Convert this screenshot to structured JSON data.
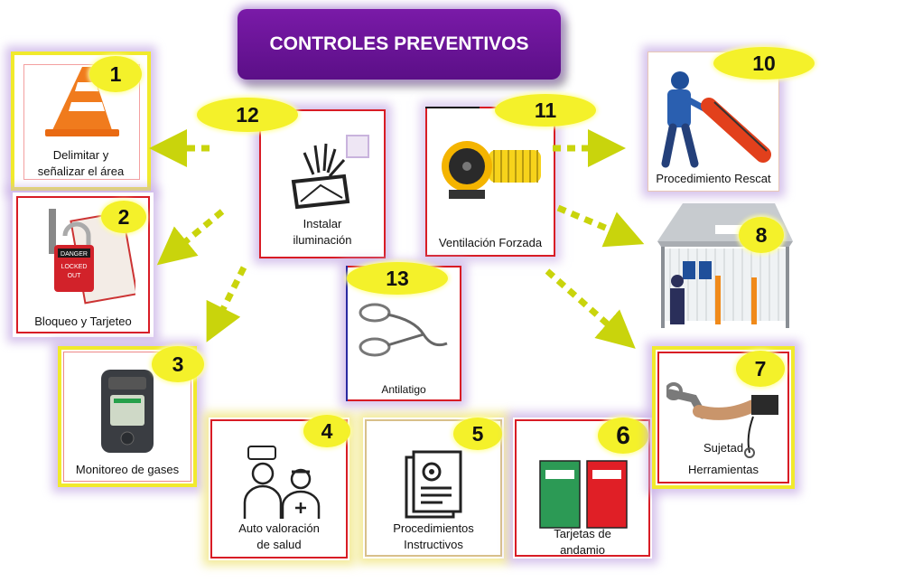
{
  "title": "CONTROLES PREVENTIVOS",
  "cards": [
    {
      "num": "1",
      "label_lines": [
        "Delimitar y",
        "señalizar el área"
      ]
    },
    {
      "num": "2",
      "label_lines": [
        "Bloqueo y  Tarjeteo"
      ]
    },
    {
      "num": "3",
      "label_lines": [
        "Monitoreo de gases"
      ]
    },
    {
      "num": "4",
      "label_lines": [
        "Auto valoración",
        "de salud"
      ]
    },
    {
      "num": "5",
      "label_lines": [
        "Procedimientos",
        "Instructivos"
      ]
    },
    {
      "num": "6",
      "label_lines": [
        "Tarjetas de",
        "andamio"
      ]
    },
    {
      "num": "7",
      "label_lines": [
        "Sujetad",
        "Herramientas"
      ]
    },
    {
      "num": "8",
      "label_lines": []
    },
    {
      "num": "10",
      "label_lines": [
        "Procedimiento Rescat"
      ]
    },
    {
      "num": "11",
      "label_lines": [
        "Ventilación Forzada"
      ]
    },
    {
      "num": "12",
      "label_lines": [
        "Instalar",
        "iluminación"
      ]
    },
    {
      "num": "13",
      "label_lines": [
        "Antilatigo"
      ]
    }
  ],
  "lockout_tag": [
    "DANGER",
    "LOCKED",
    "OUT"
  ],
  "colors": {
    "title_bg": "#6a1699",
    "badge": "#f4f12a",
    "frame_yellow": "#f1ea2c",
    "frame_red": "#d81c25",
    "arrow": "#c9d40c"
  }
}
